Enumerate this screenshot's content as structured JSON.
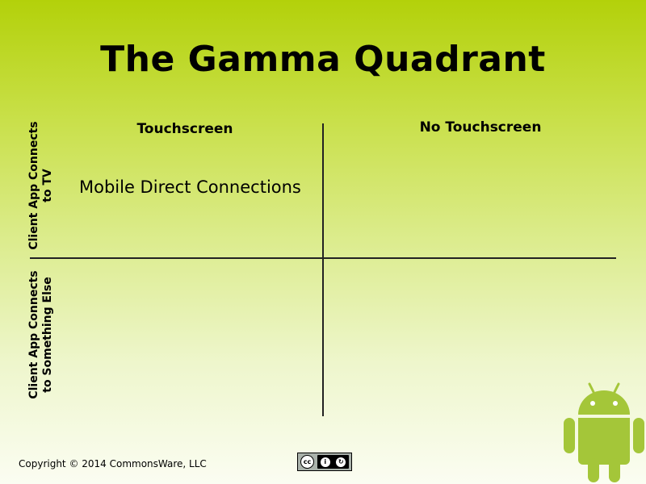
{
  "title": "The Gamma Quadrant",
  "columns": {
    "touchscreen": "Touchscreen",
    "no_touchscreen": "No Touchscreen"
  },
  "rows": {
    "tv_line1": "Client App Connects",
    "tv_line2": "to TV",
    "else_line1": "Client App Connects",
    "else_line2": "to Something Else"
  },
  "cells": {
    "touch_tv": "Mobile Direct Connections"
  },
  "footer": {
    "copyright": "Copyright © 2014 CommonsWare, LLC",
    "license_icon": "cc-by-sa-icon"
  },
  "colors": {
    "android_green": "#a4c639",
    "background_top": "#b3d10a"
  }
}
